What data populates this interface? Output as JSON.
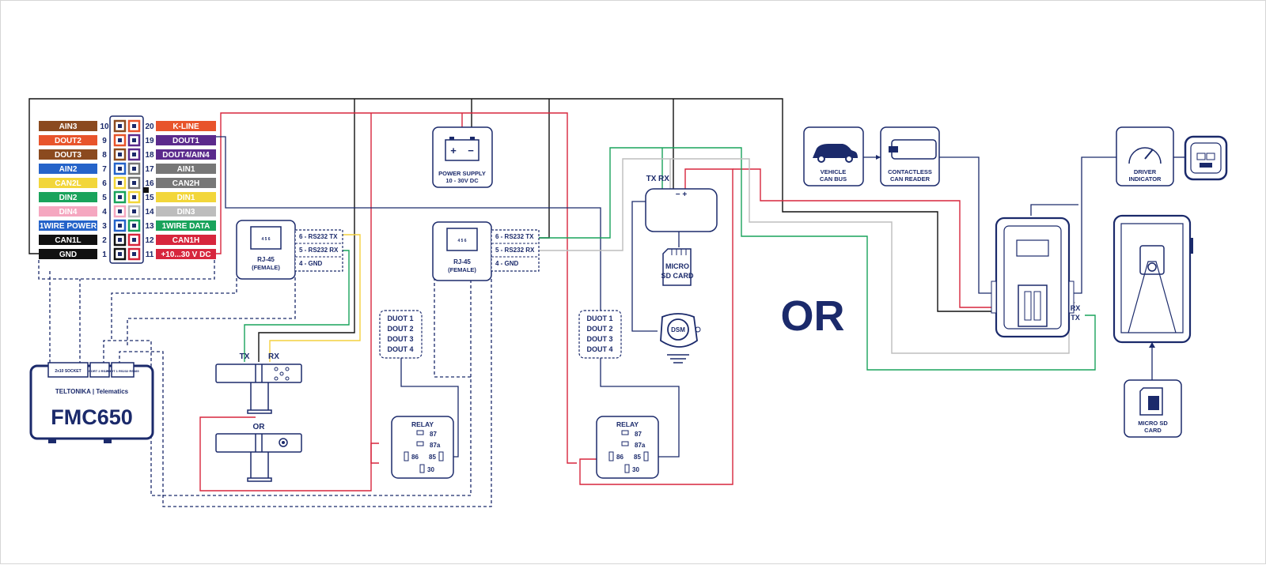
{
  "colors": {
    "navy": "#1b2a6b",
    "black": "#111111",
    "red": "#d7263d",
    "green": "#19a35b",
    "gray": "#bdbdbd",
    "yellow": "#f4d03f"
  },
  "connector": {
    "left_pins": [
      {
        "label": "AIN3",
        "num": "10",
        "color": "#8b4a1f"
      },
      {
        "label": "DOUT2",
        "num": "9",
        "color": "#e8542b"
      },
      {
        "label": "DOUT3",
        "num": "8",
        "color": "#8b4a1f"
      },
      {
        "label": "AIN2",
        "num": "7",
        "color": "#2563c9"
      },
      {
        "label": "CAN2L",
        "num": "6",
        "color": "#f2d63a"
      },
      {
        "label": "DIN2",
        "num": "5",
        "color": "#19a35b"
      },
      {
        "label": "DIN4",
        "num": "4",
        "color": "#f5a7c0"
      },
      {
        "label": "1WIRE POWER",
        "num": "3",
        "color": "#2563c9"
      },
      {
        "label": "CAN1L",
        "num": "2",
        "color": "#111111"
      },
      {
        "label": "GND",
        "num": "1",
        "color": "#111111"
      }
    ],
    "right_pins": [
      {
        "label": "K-LINE",
        "num": "20",
        "color": "#e8542b"
      },
      {
        "label": "DOUT1",
        "num": "19",
        "color": "#5b2a8c"
      },
      {
        "label": "DOUT4/AIN4",
        "num": "18",
        "color": "#5b2a8c"
      },
      {
        "label": "AIN1",
        "num": "17",
        "color": "#777777"
      },
      {
        "label": "CAN2H",
        "num": "16",
        "color": "#777777"
      },
      {
        "label": "DIN1",
        "num": "15",
        "color": "#f2d63a"
      },
      {
        "label": "DIN3",
        "num": "14",
        "color": "#bdbdbd"
      },
      {
        "label": "1WIRE DATA",
        "num": "13",
        "color": "#19a35b"
      },
      {
        "label": "CAN1H",
        "num": "12",
        "color": "#d7263d"
      },
      {
        "label": "+10...30 V DC",
        "num": "11",
        "color": "#d7263d"
      }
    ]
  },
  "device": {
    "brand": "TELTONIKA | Telematics",
    "model": "FMC650",
    "port1": "2x10 SOCKET",
    "port2": "PORT 2 RS232",
    "port3": "PORT 1 RS232 RS485"
  },
  "power_supply": {
    "title": "POWER SUPPLY",
    "sub": "10 - 30V DC"
  },
  "rj45_1": {
    "title": "RJ-45",
    "sub": "(FEMALE)",
    "pins": "4 5 6",
    "lines": [
      "6 - RS232 TX",
      "5 - RS232 RX",
      "4 - GND"
    ]
  },
  "rj45_2": {
    "title": "RJ-45",
    "sub": "(FEMALE)",
    "pins": "4 5 6",
    "lines": [
      "6 - RS232 TX",
      "5 - RS232 RX",
      "4 - GND"
    ]
  },
  "dout_box_1": [
    "DUOT 1",
    "DOUT 2",
    "DOUT 3",
    "DOUT 4"
  ],
  "dout_box_2": [
    "DUOT 1",
    "DOUT 2",
    "DOUT 3",
    "DOUT 4"
  ],
  "relay": {
    "title": "RELAY",
    "p87": "87",
    "p87a": "87a",
    "p86": "86",
    "p85": "85",
    "p30": "30"
  },
  "reader": {
    "tx": "TX",
    "rx": "RX",
    "or": "OR"
  },
  "tachograph": {
    "tx": "TX",
    "rx": "RX",
    "minus_plus": "− +",
    "sd": [
      "MICRO",
      "SD CARD"
    ],
    "dsm": "DSM"
  },
  "big_or": "OR",
  "right": {
    "vehicle": [
      "VEHICLE",
      "CAN BUS"
    ],
    "contactless": [
      "CONTACTLESS",
      "CAN READER"
    ],
    "driver": [
      "DRIVER",
      "INDICATOR"
    ],
    "microsd": [
      "MICRO SD",
      "CARD"
    ],
    "rx": "RX",
    "tx": "TX"
  }
}
